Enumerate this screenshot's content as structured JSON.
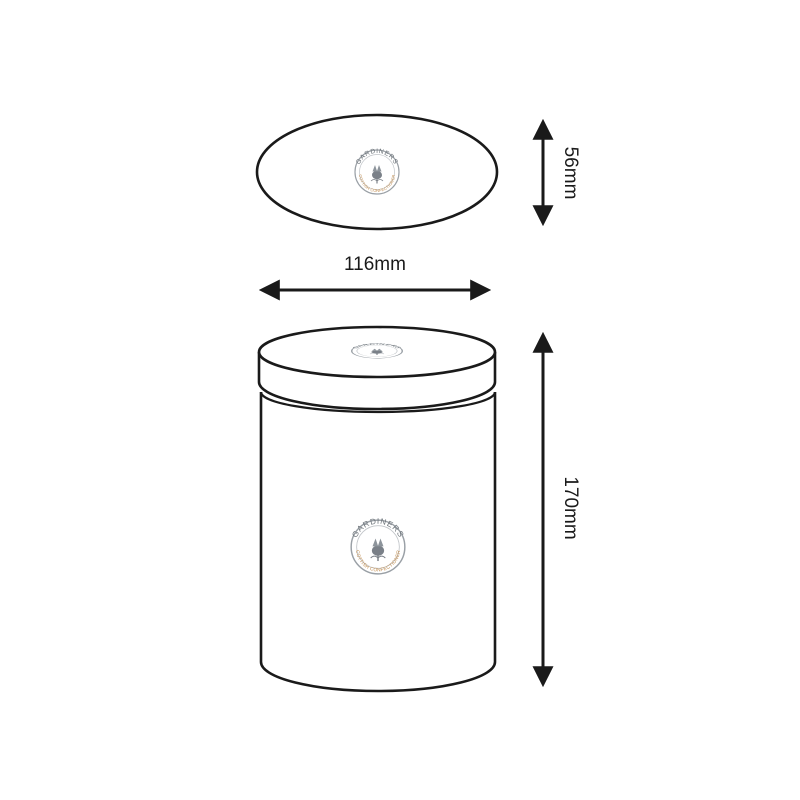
{
  "dimensions": {
    "width_label": "116mm",
    "depth_label": "56mm",
    "height_label": "170mm"
  },
  "logo": {
    "brand": "GARDINERS",
    "subtitle": "SCOTTISH CONFECTIONERS"
  },
  "colors": {
    "outline": "#1a1a1a",
    "logo_grey": "#6b7278",
    "logo_gold": "#c08a4a"
  }
}
